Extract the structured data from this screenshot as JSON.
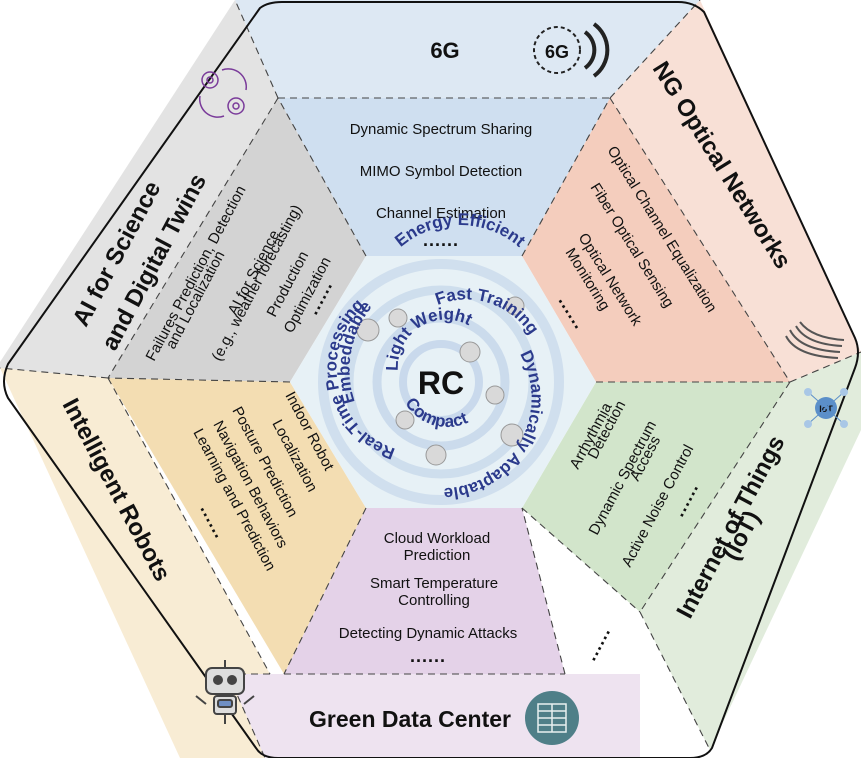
{
  "center": {
    "label": "RC",
    "properties": [
      "Energy Efficient",
      "Fast Training",
      "Dynamically Adaptable",
      "Compact",
      "Light Weight",
      "Real-Time Processing",
      "Embeddable",
      "Processing"
    ]
  },
  "sectors": {
    "g6": {
      "title": "6G",
      "icon_label": "6G",
      "items": [
        "Dynamic Spectrum Sharing",
        "MIMO Symbol Detection",
        "Channel Estimation",
        "......"
      ]
    },
    "optical": {
      "title": "NG Optical Networks",
      "items": [
        "Optical Channel Equalization",
        "Fiber Optical Sensing",
        "Optical Network",
        "Monitoring",
        "......"
      ]
    },
    "iot": {
      "title_line1": "Internet of Things",
      "title_line2": "(IoT)",
      "icon_label": "IoT",
      "items": [
        "Arrhythmia",
        "Detection",
        "Dynamic Spectrum",
        "Access",
        "Active Noise Control",
        "......"
      ]
    },
    "other": {
      "dots": "......"
    },
    "datacenter": {
      "title": "Green Data Center",
      "items": [
        "Cloud Workload",
        "Prediction",
        "Smart Temperature",
        "Controlling",
        "Detecting Dynamic Attacks",
        "......"
      ]
    },
    "robots": {
      "title": "Intelligent Robots",
      "items": [
        "Indoor Robot",
        "Localization",
        "Posture Prediction",
        "Navigation Behaviors",
        "Learning and Prediction",
        "......"
      ]
    },
    "ai": {
      "title_line1": "AI for Science",
      "title_line2": "and Digital Twins",
      "items": [
        "Failures Prediction, Detection",
        "and Localization",
        "AI for Science",
        "(e.g., weather forecasting)",
        "Production",
        "Optimization",
        "......"
      ]
    }
  },
  "colors": {
    "g6": "#dde8f3",
    "optical": "#f8e0d6",
    "iot": "#e1ecdc",
    "datacenter": "#eee3f0",
    "robots": "#f8ecd4",
    "ai": "#e3e3e3",
    "g6_inner": "#cfdff0",
    "optical_inner": "#f4cdbd",
    "iot_inner": "#d2e5cb",
    "datacenter_inner": "#e4d2e8",
    "robots_inner": "#f3ddb2",
    "ai_inner": "#d3d3d3",
    "center": "#e7f1f6",
    "accent": "#2b3a8c"
  }
}
